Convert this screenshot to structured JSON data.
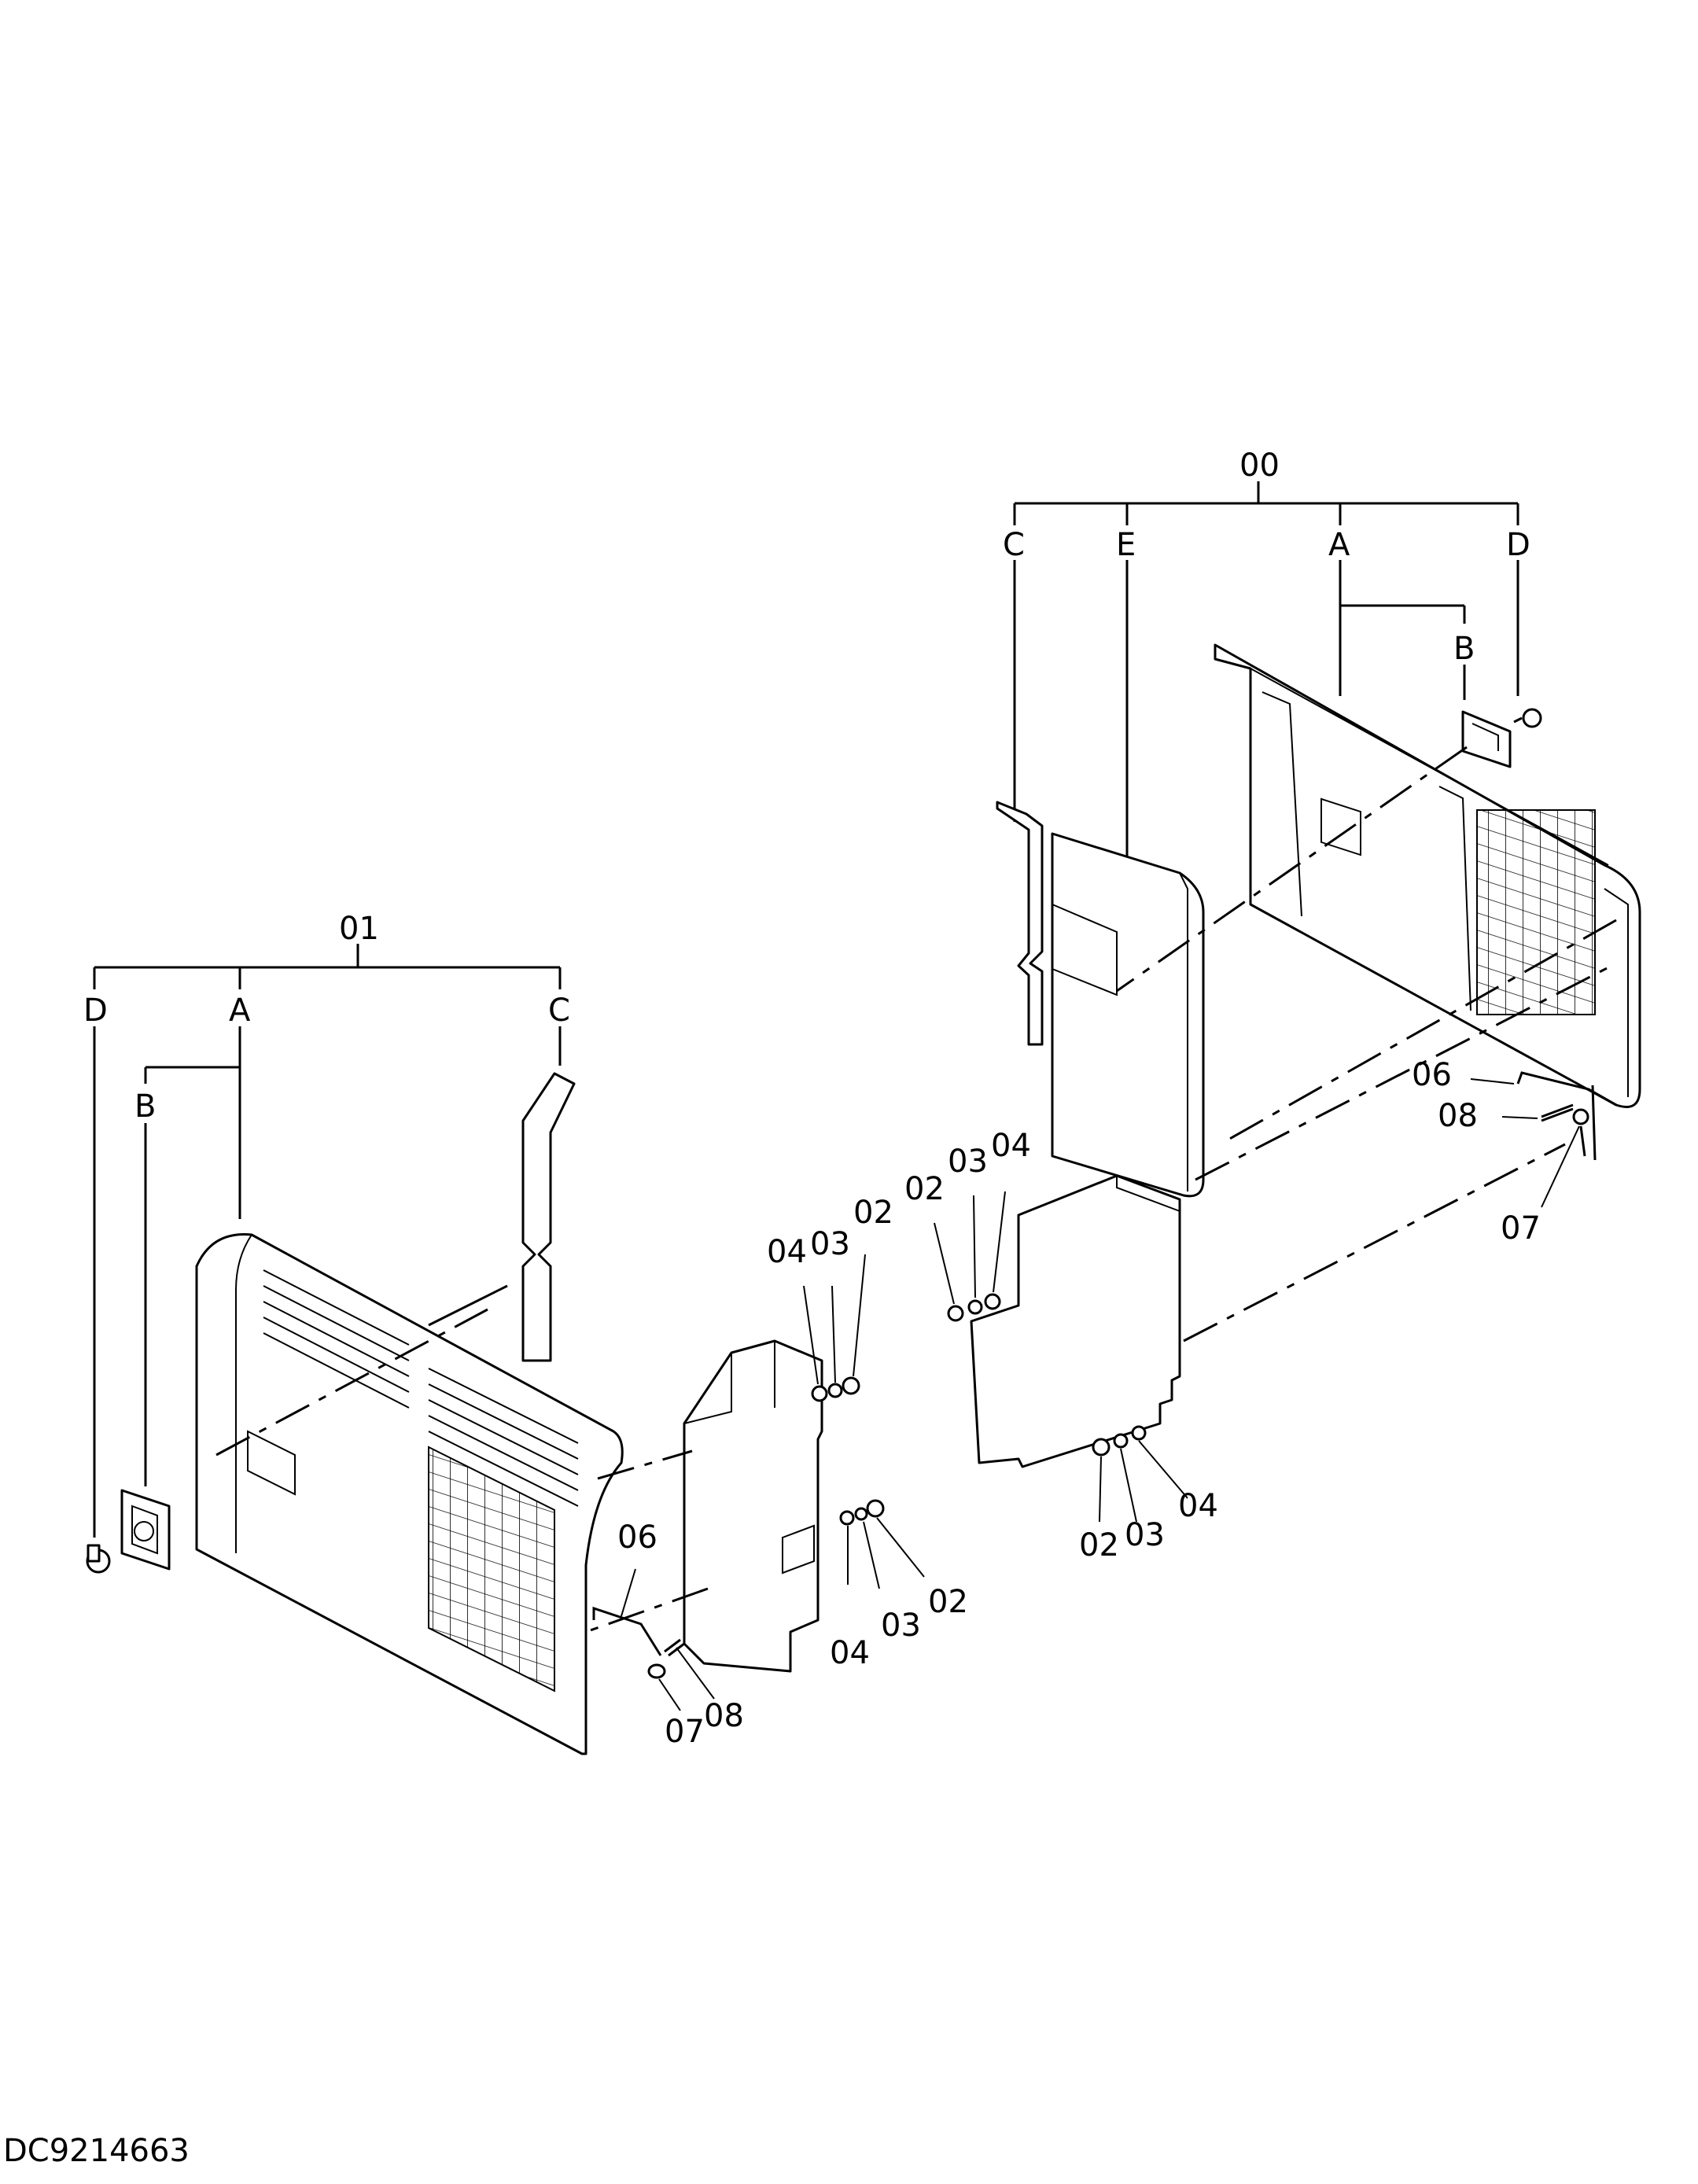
{
  "drawing_code": "DC9214663",
  "callouts": {
    "top_group": "00",
    "bottom_group": "01",
    "item_a": "A",
    "item_b": "B",
    "item_c": "C",
    "item_d": "D",
    "item_e": "E",
    "item_02": "02",
    "item_03": "03",
    "item_04": "04",
    "item_06": "06",
    "item_07": "07",
    "item_08": "08"
  }
}
